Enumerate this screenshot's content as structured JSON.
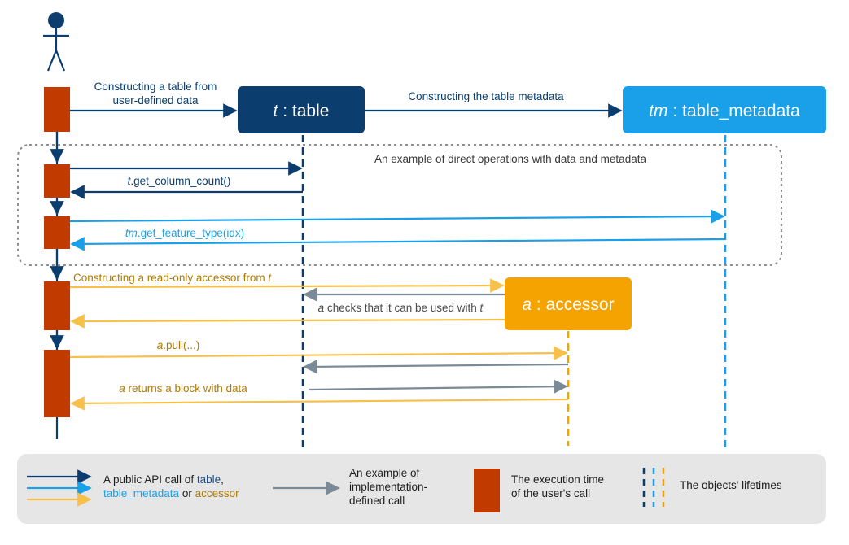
{
  "colors": {
    "dark_blue": "#0b3e6f",
    "light_blue": "#1aa0e8",
    "orange_arrow": "#f7c04a",
    "orange_box": "#f5a300",
    "orange_text": "#b07b00",
    "exec_block": "#c13a00",
    "gray_arrow": "#7a8a96",
    "legend_bg": "#e6e6e6"
  },
  "objects": {
    "table": {
      "prefix": "t",
      "suffix": " : table"
    },
    "table_metadata": {
      "prefix": "tm",
      "suffix": " : table_metadata"
    },
    "accessor": {
      "prefix": "a",
      "suffix": " : accessor"
    }
  },
  "messages": {
    "construct_table_line1": "Constructing a table from",
    "construct_table_line2": "user-defined data",
    "construct_metadata": "Constructing the table metadata",
    "direct_ops_caption": "An example of direct operations with data and metadata",
    "get_column_count": {
      "prefix": "t",
      "text": ".get_column_count()"
    },
    "get_feature_type": {
      "prefix": "tm",
      "text": ".get_feature_type(idx)"
    },
    "construct_accessor": {
      "text": "Constructing a read-only accessor from ",
      "suffix": "t"
    },
    "checks": {
      "prefix": "a",
      "text": " checks that it can be used with ",
      "suffix": "t"
    },
    "pull": {
      "prefix": "a",
      "text": ".pull(...)"
    },
    "returns": {
      "prefix": "a",
      "text": " returns a block with data"
    }
  },
  "legend": {
    "api_call_line1_prefix": "A public API call of ",
    "api_call_table": "table",
    "api_call_comma": ",",
    "api_call_table_metadata": "table_metadata",
    "api_call_or": " or ",
    "api_call_accessor": "accessor",
    "impl_line1": "An example of",
    "impl_line2": "implementation-",
    "impl_line3": "defined call",
    "exec_line1": "The execution time",
    "exec_line2": "of the user's call",
    "lifetimes": "The objects' lifetimes"
  }
}
